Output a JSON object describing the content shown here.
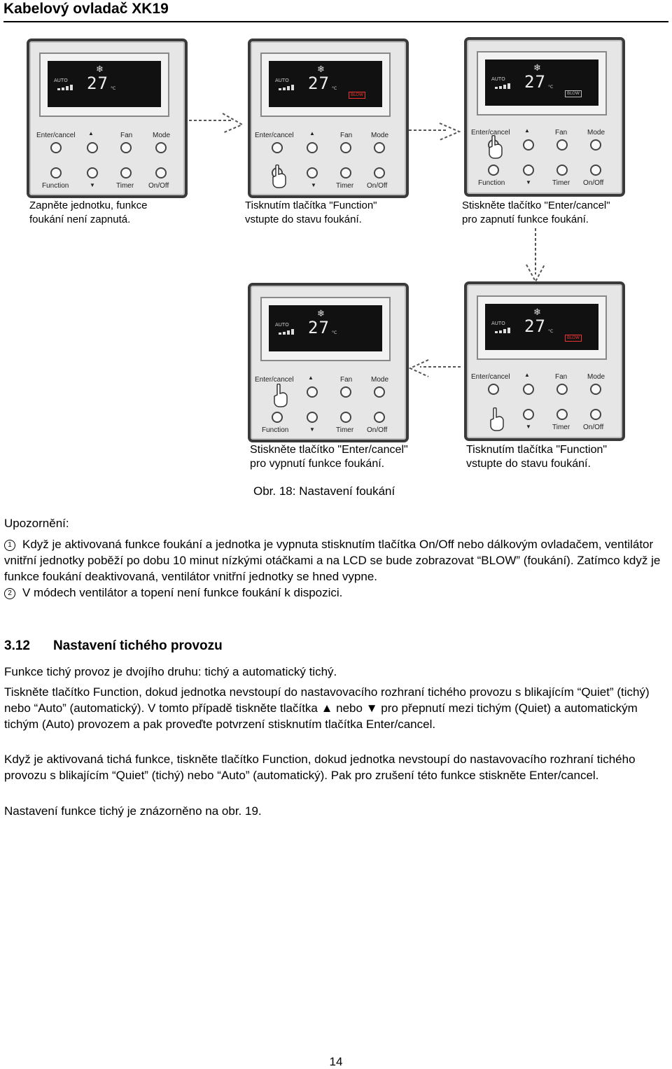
{
  "header": {
    "title": "Kabelový ovladač XK19"
  },
  "panel": {
    "lcd_auto": "AUTO",
    "lcd_temp": "27",
    "lcd_unit": "°C",
    "lcd_blow": "BLOW",
    "snow_glyph": "❄",
    "btn_enter": "Enter/cancel",
    "btn_up": "▲",
    "btn_fan": "Fan",
    "btn_mode": "Mode",
    "btn_function": "Function",
    "btn_down": "▼",
    "btn_timer": "Timer",
    "btn_onoff": "On/Off"
  },
  "captions": {
    "c1a": "Zapněte jednotku, funkce",
    "c1b": "foukání není zapnutá.",
    "c2a": "Tisknutím tlačítka \"Function\"",
    "c2b": "vstupte do stavu foukání.",
    "c3a": "Stiskněte tlačítko \"Enter/cancel\"",
    "c3b": "pro zapnutí funkce foukání.",
    "c4a": "Stiskněte tlačítko \"Enter/cancel\"",
    "c4b": "pro vypnutí funkce foukání.",
    "c5a": "Tisknutím tlačítka \"Function\"",
    "c5b": "vstupte do stavu foukání."
  },
  "figure_caption": "Obr. 18: Nastavení foukání",
  "notes": {
    "title": "Upozornění:",
    "n1_mark": "1",
    "n1": "Když je aktivovaná funkce foukání a jednotka je vypnuta stisknutím tlačítka On/Off nebo dálkovým ovladačem, ventilátor vnitřní jednotky poběží po dobu 10 minut nízkými otáčkami a na LCD se bude zobrazovat “BLOW” (foukání). Zatímco když je funkce foukání deaktivovaná, ventilátor vnitřní jednotky se hned vypne.",
    "n2_mark": "2",
    "n2": "V módech ventilátor a topení není funkce foukání k dispozici."
  },
  "section": {
    "number": "3.12",
    "title": "Nastavení tichého provozu"
  },
  "paragraphs": {
    "p1": "Funkce tichý provoz je dvojího druhu: tichý a automatický tichý.",
    "p2": "Tiskněte tlačítko Function, dokud jednotka nevstoupí do nastavovacího rozhraní tichého provozu s blikajícím “Quiet” (tichý) nebo “Auto” (automatický). V tomto případě tiskněte tlačítka ▲ nebo ▼ pro přepnutí mezi tichým (Quiet) a automatickým tichým (Auto) provozem a pak proveďte potvrzení stisknutím tlačítka Enter/cancel.",
    "p3": "Když je aktivovaná tichá funkce, tiskněte tlačítko Function, dokud jednotka nevstoupí do nastavovacího rozhraní tichého provozu s blikajícím “Quiet” (tichý) nebo “Auto” (automatický). Pak pro zrušení této funkce stiskněte Enter/cancel.",
    "p4": "Nastavení funkce tichý je znázorněno na obr. 19."
  },
  "page_number": "14"
}
